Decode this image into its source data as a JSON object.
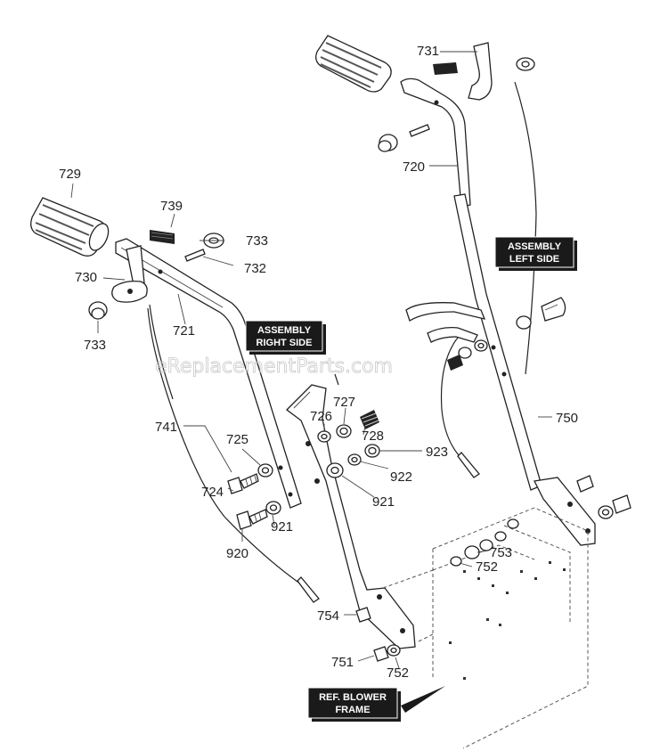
{
  "watermark": "eReplacementParts.com",
  "callouts": {
    "right": [
      "ASSEMBLY",
      "RIGHT SIDE"
    ],
    "left": [
      "ASSEMBLY",
      "LEFT SIDE"
    ],
    "frame": [
      "REF. BLOWER",
      "FRAME"
    ]
  },
  "labels": {
    "p729": "729",
    "p739": "739",
    "p733a": "733",
    "p732": "732",
    "p730": "730",
    "p721": "721",
    "p733b": "733",
    "p731": "731",
    "p720": "720",
    "p741": "741",
    "p725": "725",
    "p724": "724",
    "p920": "920",
    "p921a": "921",
    "p726": "726",
    "p727": "727",
    "p728": "728",
    "p923": "923",
    "p922": "922",
    "p921b": "921",
    "p750": "750",
    "p753": "753",
    "p752a": "752",
    "p754": "754",
    "p751": "751",
    "p752b": "752"
  }
}
